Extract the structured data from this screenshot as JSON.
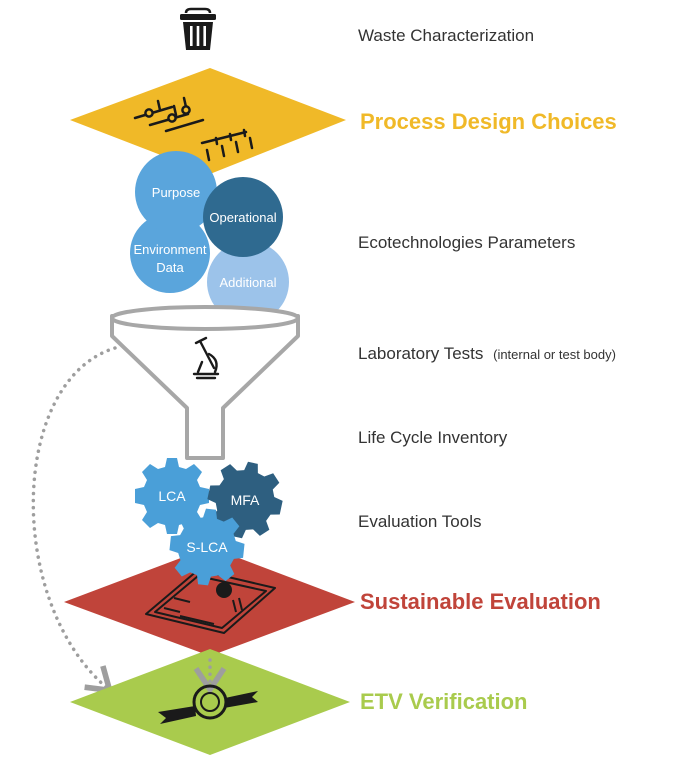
{
  "steps": {
    "waste": "Waste Characterization",
    "process": "Process Design Choices",
    "ecotech": "Ecotechnologies Parameters",
    "lab": "Laboratory Tests",
    "lab_note": "(internal or test body)",
    "lci": "Life Cycle Inventory",
    "tools": "Evaluation Tools",
    "sustainable": "Sustainable Evaluation",
    "etv": "ETV Verification"
  },
  "circles": {
    "purpose": "Purpose",
    "operational": "Operational",
    "environment_line1": "Environment",
    "environment_line2": "Data",
    "additional": "Additional"
  },
  "gears": {
    "lca": "LCA",
    "mfa": "MFA",
    "slca": "S-LCA"
  },
  "colors": {
    "process": "#f0b928",
    "sustainable": "#c0443a",
    "etv": "#a9cb4d",
    "circle_light": "#5aa5dc",
    "circle_dark": "#2f6a90",
    "circle_pale": "#9cc3ea",
    "gear_light": "#4a9fd8",
    "gear_dark": "#2e5f80",
    "text": "#333333"
  },
  "icons": [
    "trash-icon",
    "sliders-icon",
    "microscope-icon",
    "certificate-icon",
    "award-ribbon-icon"
  ]
}
